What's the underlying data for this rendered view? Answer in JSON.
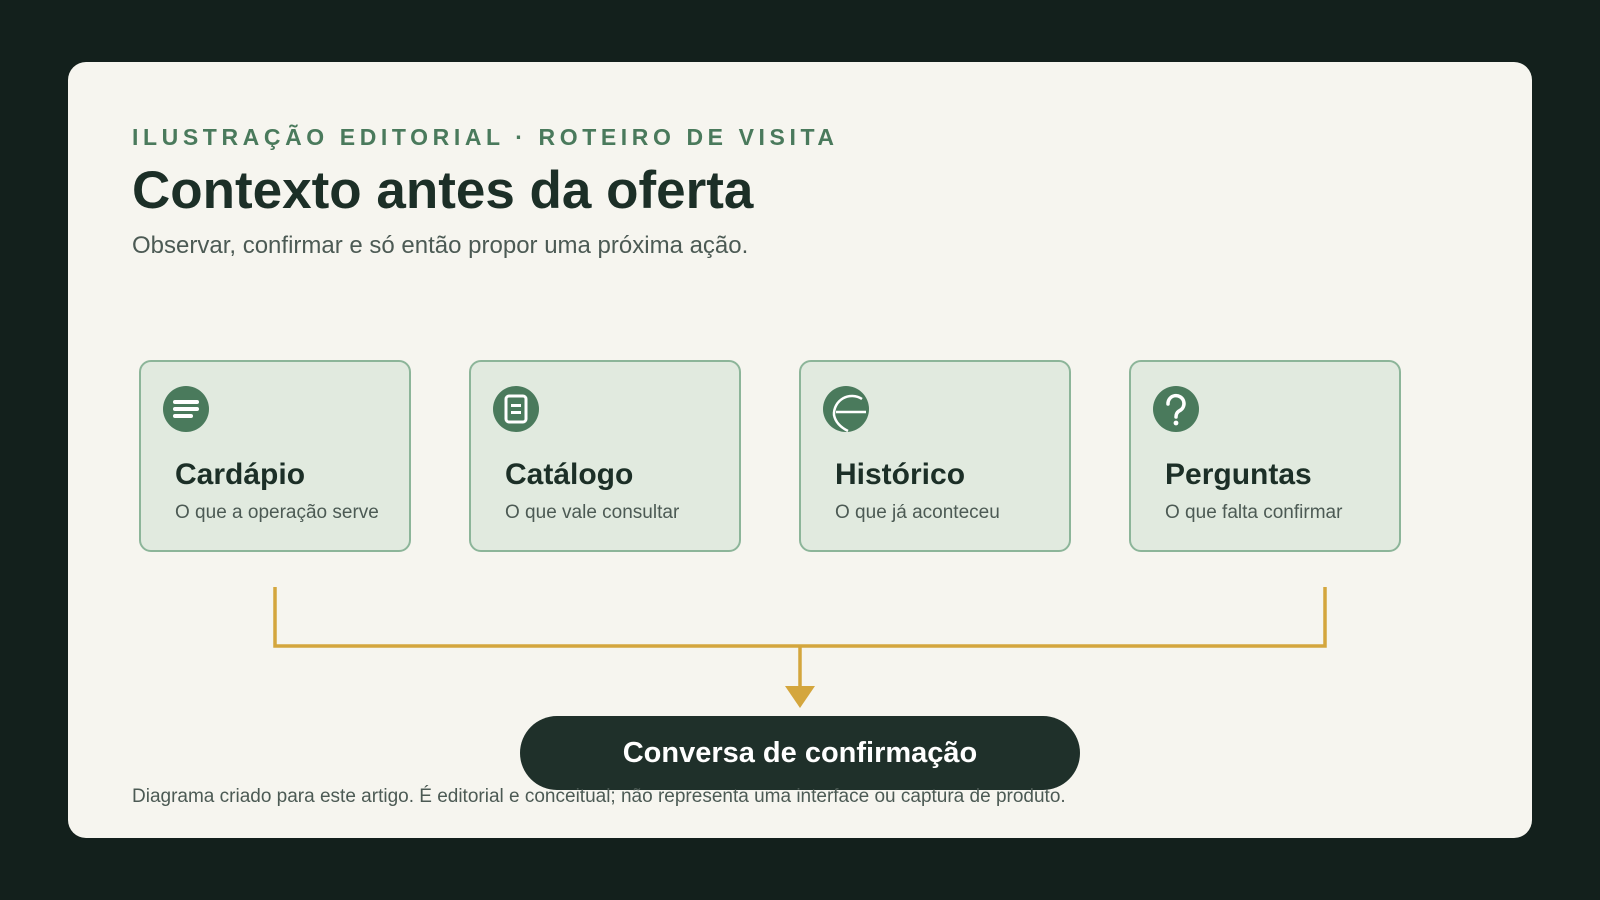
{
  "eyebrow": "ILUSTRAÇÃO EDITORIAL · ROTEIRO DE VISITA",
  "title": "Contexto antes da oferta",
  "subtitle": "Observar, confirmar e só então propor uma próxima ação.",
  "cards": [
    {
      "icon": "menu-lines-icon",
      "name": "Cardápio",
      "desc": "O que a operação serve"
    },
    {
      "icon": "document-icon",
      "name": "Catálogo",
      "desc": "O que vale consultar"
    },
    {
      "icon": "history-icon",
      "name": "Histórico",
      "desc": "O que já aconteceu"
    },
    {
      "icon": "question-icon",
      "name": "Perguntas",
      "desc": "O que falta confirmar"
    }
  ],
  "result": "Conversa de confirmação",
  "footnote": "Diagrama criado para este artigo. É editorial e conceitual; não representa uma interface ou captura de produto.",
  "colors": {
    "background": "#13201c",
    "panel": "#f6f5ef",
    "card_fill": "#e1eadf",
    "card_border": "#8cb599",
    "icon": "#4a7a5c",
    "connector": "#d4a63d",
    "pill": "#1f302a"
  }
}
